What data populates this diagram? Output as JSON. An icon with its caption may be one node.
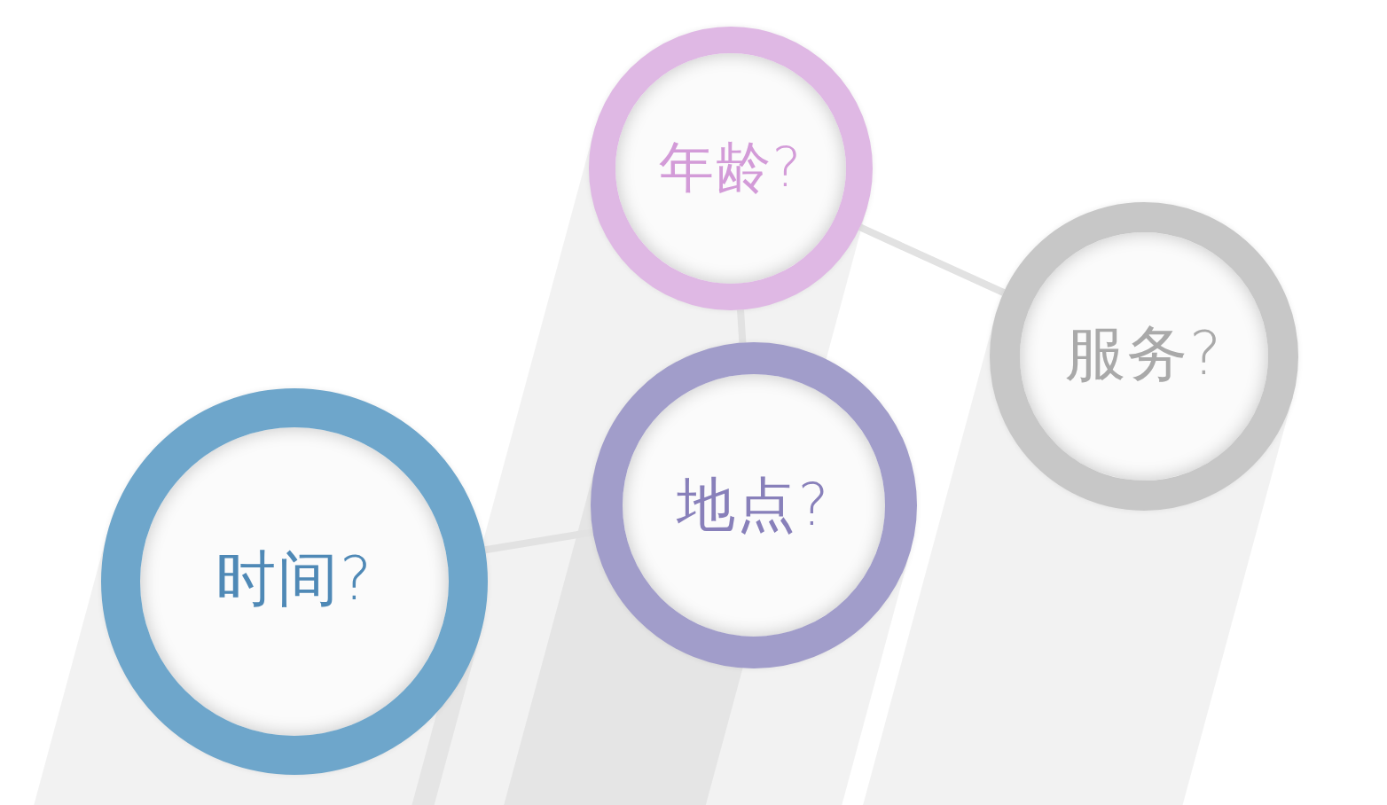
{
  "diagram": {
    "nodes": [
      {
        "text": [
          "年龄?"
        ]
      },
      {
        "text": [
          "服务?"
        ]
      },
      {
        "text": [
          "地点?"
        ]
      },
      {
        "text": [
          "时间?"
        ]
      }
    ],
    "edges": [
      {
        "from": 0,
        "to": 1,
        "arrow": "none"
      },
      {
        "from": 0,
        "to": 2,
        "arrow": "none"
      },
      {
        "from": 3,
        "to": 2,
        "arrow": "none"
      }
    ]
  }
}
